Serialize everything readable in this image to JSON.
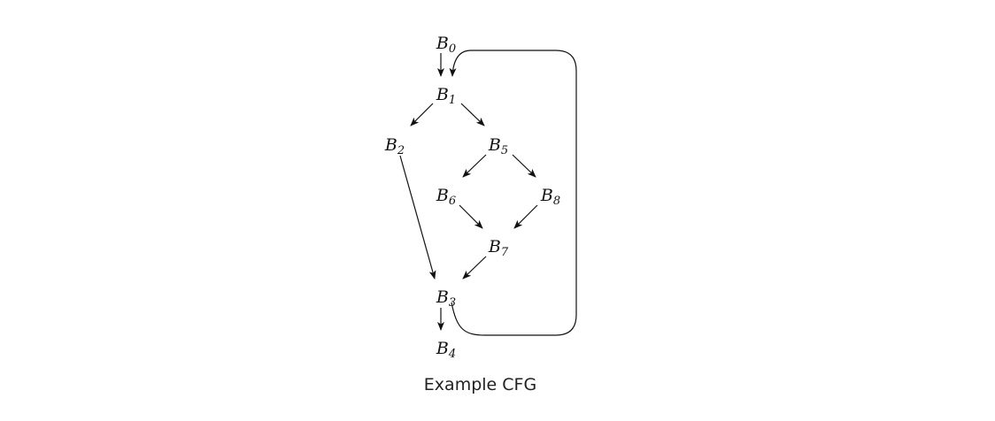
{
  "diagram": {
    "nodes": [
      {
        "id": "B0",
        "base": "B",
        "sub": "0"
      },
      {
        "id": "B1",
        "base": "B",
        "sub": "1"
      },
      {
        "id": "B2",
        "base": "B",
        "sub": "2"
      },
      {
        "id": "B5",
        "base": "B",
        "sub": "5"
      },
      {
        "id": "B6",
        "base": "B",
        "sub": "6"
      },
      {
        "id": "B8",
        "base": "B",
        "sub": "8"
      },
      {
        "id": "B7",
        "base": "B",
        "sub": "7"
      },
      {
        "id": "B3",
        "base": "B",
        "sub": "3"
      },
      {
        "id": "B4",
        "base": "B",
        "sub": "4"
      }
    ],
    "edges": [
      {
        "from": "B0",
        "to": "B1"
      },
      {
        "from": "B1",
        "to": "B2"
      },
      {
        "from": "B1",
        "to": "B5"
      },
      {
        "from": "B5",
        "to": "B6"
      },
      {
        "from": "B5",
        "to": "B8"
      },
      {
        "from": "B6",
        "to": "B7"
      },
      {
        "from": "B8",
        "to": "B7"
      },
      {
        "from": "B7",
        "to": "B3"
      },
      {
        "from": "B2",
        "to": "B3"
      },
      {
        "from": "B3",
        "to": "B4"
      },
      {
        "from": "B3",
        "to": "B1",
        "kind": "back-edge"
      }
    ]
  },
  "caption": "Example CFG"
}
